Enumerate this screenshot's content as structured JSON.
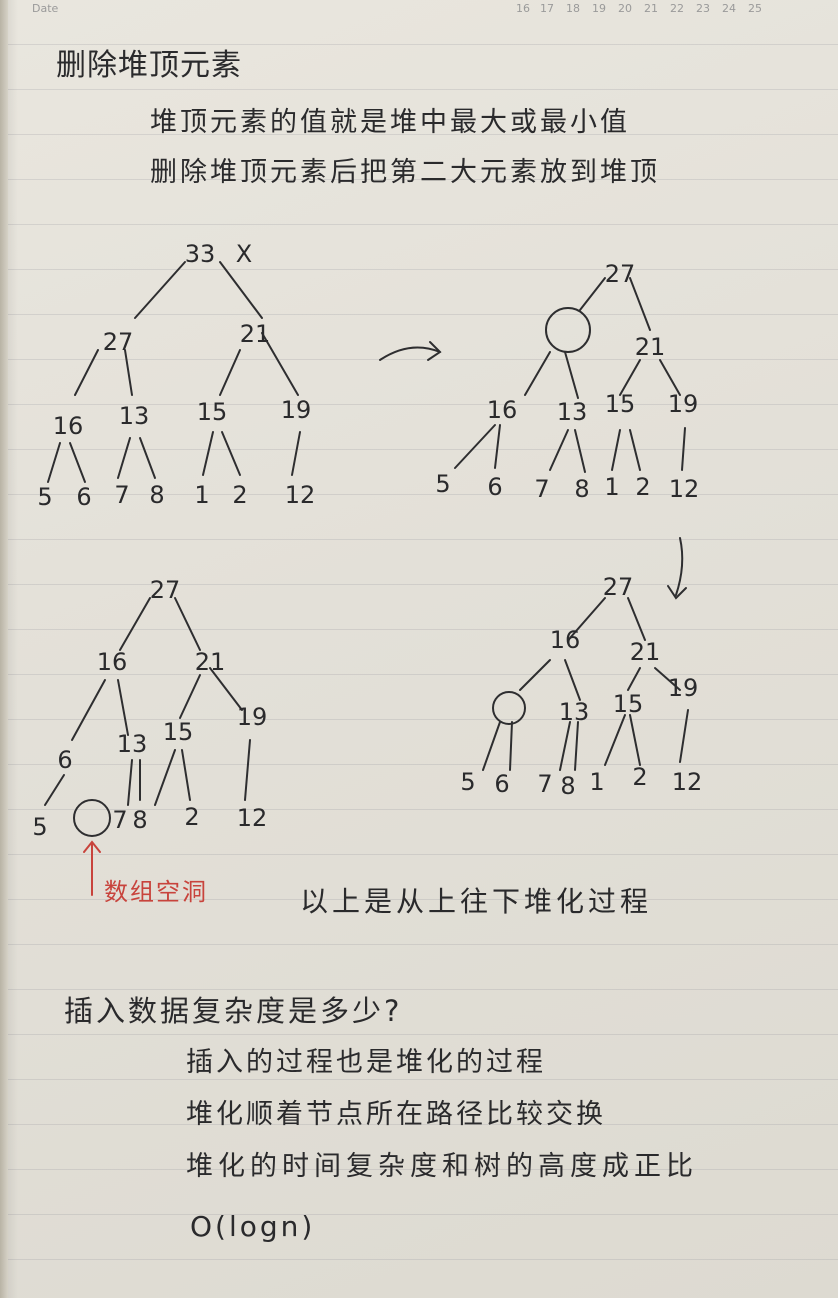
{
  "header": {
    "label": "Date",
    "dates": [
      "16",
      "17",
      "18",
      "19",
      "20",
      "21",
      "22",
      "23",
      "24",
      "25"
    ]
  },
  "notes": {
    "heading": "删除堆顶元素",
    "line1": "堆顶元素的值就是堆中最大或最小值",
    "line2": "删除堆顶元素后把第二大元素放到堆顶",
    "removed_mark": "X",
    "annotation": "数组空洞",
    "caption": "以上是从上往下堆化过程",
    "question": "插入数据复杂度是多少?",
    "answer1": "插入的过程也是堆化的过程",
    "answer2": "堆化顺着节点所在路径比较交换",
    "answer3": "堆化的时间复杂度和树的高度成正比",
    "answer4": "O(logn)"
  },
  "trees": [
    {
      "labels": [
        "33",
        "27",
        "21",
        "16",
        "13",
        "15",
        "19",
        "5",
        "6",
        "7",
        "8",
        "1",
        "2",
        "12"
      ]
    },
    {
      "labels": [
        "27",
        "",
        "21",
        "16",
        "13",
        "15",
        "19",
        "5",
        "6",
        "7",
        "8",
        "1",
        "2",
        "12"
      ]
    },
    {
      "labels": [
        "27",
        "16",
        "21",
        "6",
        "13",
        "15",
        "19",
        "5",
        "",
        "7",
        "8",
        "2",
        "12"
      ]
    },
    {
      "labels": [
        "27",
        "16",
        "21",
        "",
        "13",
        "15",
        "19",
        "5",
        "6",
        "7",
        "8",
        "1",
        "2",
        "12"
      ]
    }
  ]
}
